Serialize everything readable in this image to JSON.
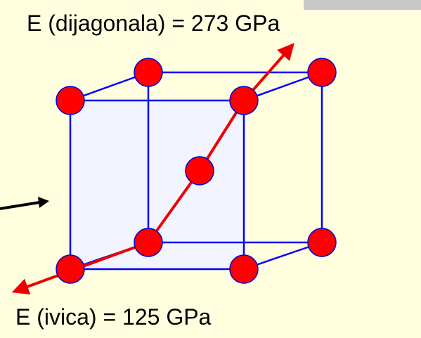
{
  "labels": {
    "diagonal": "E (dijagonala) = 273 GPa",
    "edge": "E (ivica) = 125 GPa"
  },
  "colors": {
    "background": "#FFFFE0",
    "cube_face": "#F2F4FF",
    "cube_edges": "#0000FF",
    "atoms": "#FF0000",
    "atom_outline": "#0000CC",
    "direction_arrows": "#EE0000",
    "pointer_arrow": "#000000",
    "corner_box": "#C8C8C8"
  },
  "structure": {
    "type": "body-centered cubic unit cell",
    "corner_atoms": 8,
    "center_atoms": 1
  }
}
